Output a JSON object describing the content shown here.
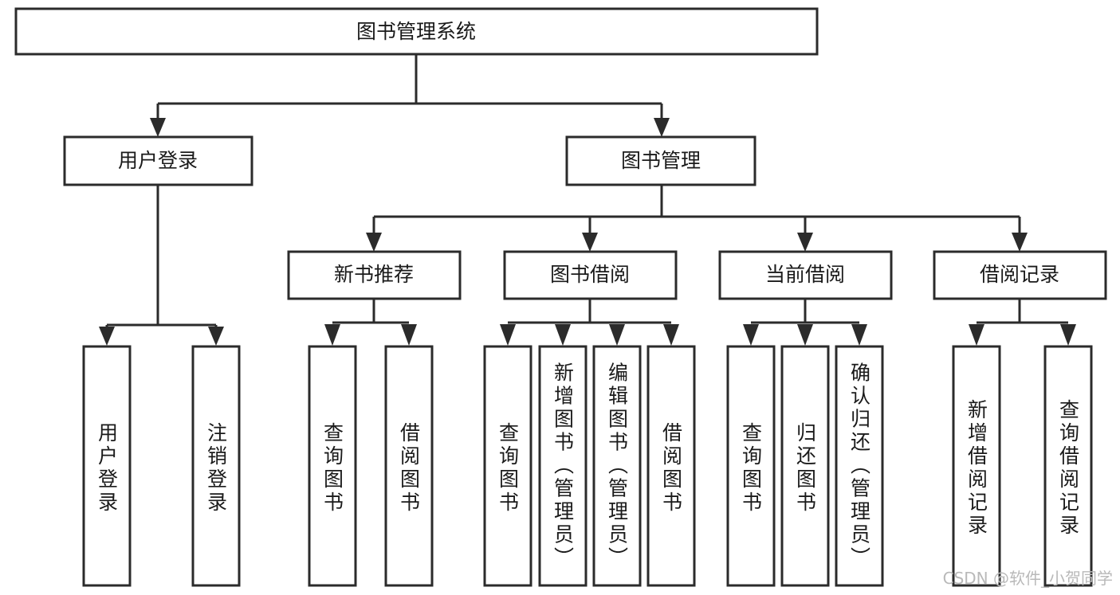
{
  "diagram": {
    "type": "hierarchy-tree",
    "title": "图书管理系统",
    "orientation": "top-down",
    "levels": 4,
    "root": {
      "label": "图书管理系统"
    },
    "level2": [
      {
        "label": "用户登录"
      },
      {
        "label": "图书管理"
      }
    ],
    "level3": [
      {
        "label": "新书推荐"
      },
      {
        "label": "图书借阅"
      },
      {
        "label": "当前借阅"
      },
      {
        "label": "借阅记录"
      }
    ],
    "leaves": {
      "user_login": [
        {
          "label": "用户登录"
        },
        {
          "label": "注销登录"
        }
      ],
      "new_book_recommend": [
        {
          "label": "查询图书"
        },
        {
          "label": "借阅图书"
        }
      ],
      "book_borrow": [
        {
          "label": "查询图书"
        },
        {
          "label": "新增图书（管理员）"
        },
        {
          "label": "编辑图书（管理员）"
        },
        {
          "label": "借阅图书"
        }
      ],
      "current_borrow": [
        {
          "label": "查询图书"
        },
        {
          "label": "归还图书"
        },
        {
          "label": "确认归还（管理员）"
        }
      ],
      "borrow_record": [
        {
          "label": "新增借阅记录"
        },
        {
          "label": "查询借阅记录"
        }
      ]
    }
  },
  "watermark": {
    "text": "CSDN @软件_小贺同学"
  },
  "colors": {
    "box_stroke": "#2b2b2b",
    "box_fill": "#ffffff",
    "text": "#1a1a1a",
    "background": "#ffffff",
    "watermark": "#b9b9b9"
  }
}
